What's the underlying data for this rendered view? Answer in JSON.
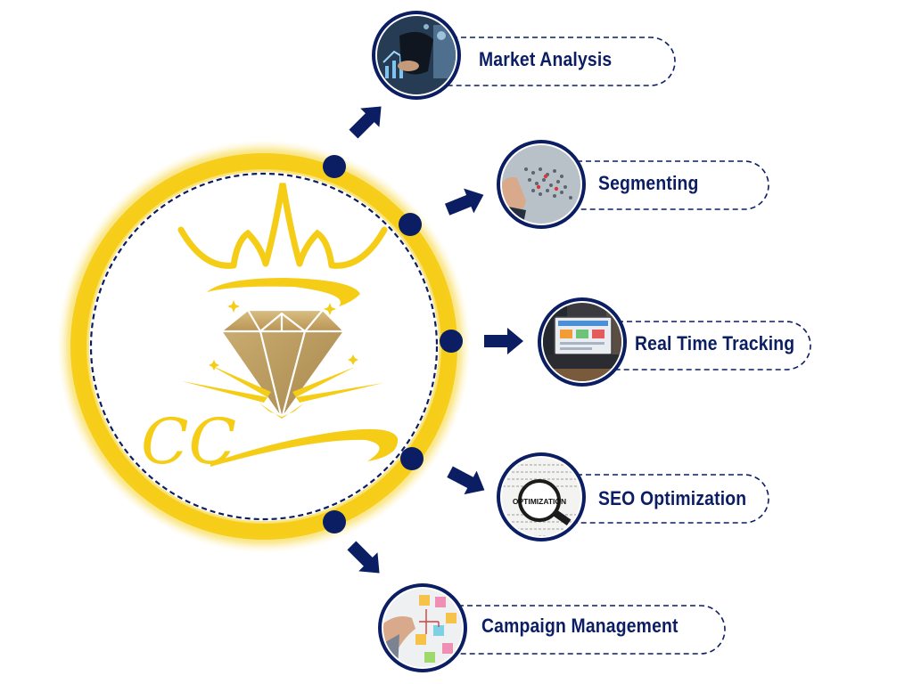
{
  "logo": {
    "monogram": "CC",
    "colors": {
      "gold": "#f5cc16",
      "tan": "#c9a766",
      "navy": "#0b1d63"
    }
  },
  "items": [
    {
      "label": "Market Analysis",
      "icon": "market-analysis-photo"
    },
    {
      "label": "Segmenting",
      "icon": "segmenting-photo"
    },
    {
      "label": "Real Time Tracking",
      "icon": "real-time-tracking-photo"
    },
    {
      "label": "SEO Optimization",
      "icon": "seo-optimization-photo"
    },
    {
      "label": "Campaign Management",
      "icon": "campaign-management-photo"
    }
  ],
  "photo_text": {
    "seo_magnifier": "OPTIMIZATION"
  }
}
